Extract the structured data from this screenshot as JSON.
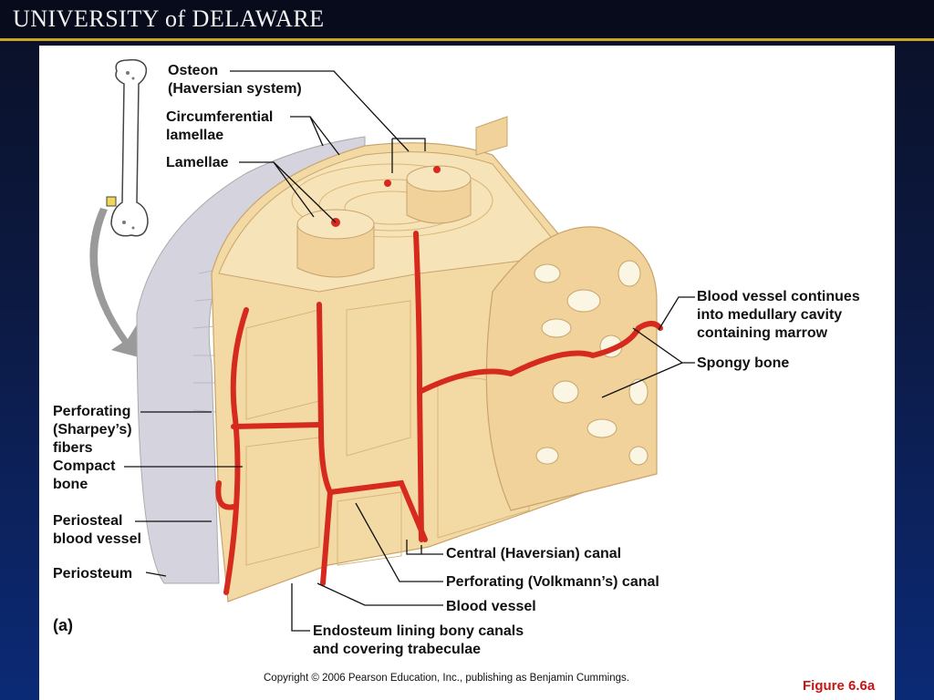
{
  "header": {
    "title": "UNIVERSITY of DELAWARE"
  },
  "figure": {
    "panel_label": "(a)",
    "figure_number": "Figure 6.6a",
    "copyright": "Copyright © 2006 Pearson Education, Inc., publishing as Benjamin Cummings.",
    "labels": {
      "osteon": [
        "Osteon",
        "(Haversian system)"
      ],
      "circumferential_lamellae": [
        "Circumferential",
        "lamellae"
      ],
      "lamellae": "Lamellae",
      "blood_vessel_continues": [
        "Blood vessel continues",
        "into medullary cavity",
        "containing marrow"
      ],
      "spongy_bone": "Spongy bone",
      "perforating_fibers": [
        "Perforating",
        "(Sharpey’s)",
        "fibers"
      ],
      "compact_bone": [
        "Compact",
        "bone"
      ],
      "periosteal_blood_vessel": [
        "Periosteal",
        "blood vessel"
      ],
      "periosteum": "Periosteum",
      "central_canal": "Central (Haversian) canal",
      "perforating_canal": "Perforating (Volkmann’s) canal",
      "blood_vessel": "Blood vessel",
      "endosteum": [
        "Endosteum lining bony canals",
        "and covering trabeculae"
      ]
    },
    "colors": {
      "bone": "#f3d9a4",
      "bone_dark": "#d9b677",
      "vessel": "#d62a1e",
      "periosteum": "#c8c7d3",
      "label_accent": "#c81414"
    }
  }
}
